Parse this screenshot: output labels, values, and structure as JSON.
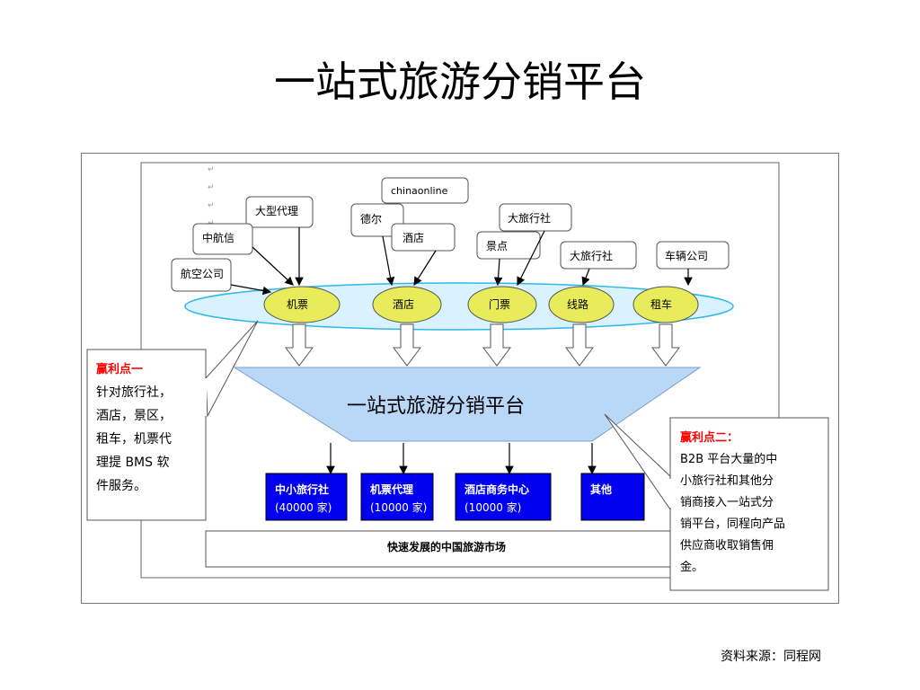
{
  "title": "一站式旅游分销平台",
  "source": "资料来源：同程网",
  "suppliers": {
    "large_agent": "大型代理",
    "china_eastern": "中航信",
    "airline": "航空公司",
    "chinaonline": "chinaonline",
    "deer": "德尔",
    "hotel_src": "酒店",
    "big_travel_1": "大旅行社",
    "scenic_src": "景点",
    "big_travel_2": "大旅行社",
    "car_company": "车辆公司"
  },
  "products": [
    "机票",
    "酒店",
    "门票",
    "线路",
    "租车"
  ],
  "platform_label": "一站式旅游分销平台",
  "channels": [
    {
      "name": "中小旅行社",
      "count": "(40000 家)"
    },
    {
      "name": "机票代理",
      "count": "(10000 家)"
    },
    {
      "name": "酒店商务中心",
      "count": "(10000 家)"
    },
    {
      "name": "其他",
      "count": ""
    }
  ],
  "market_label": "快速发展的中国旅游市场",
  "profit1": {
    "title": "赢利点一",
    "lines": [
      "针对旅行社，",
      "酒店，景区，",
      "租车，机票代",
      "理提 BMS 软",
      "件服务。"
    ]
  },
  "profit2": {
    "title": "赢利点二：",
    "lines": [
      "B2B 平台大量的中",
      "小旅行社和其他分",
      "销商接入一站式分",
      "销平台，同程向产品",
      "供应商收取销售佣",
      "金。"
    ]
  },
  "colors": {
    "product_fill": "#e8ec5a",
    "ellipse_fill": "#d9f2ff",
    "ellipse_stroke": "#2fb8e6",
    "platform_fill": "#b9d7f7",
    "channel_fill": "#0000ee",
    "profit_red": "#ff0000"
  }
}
